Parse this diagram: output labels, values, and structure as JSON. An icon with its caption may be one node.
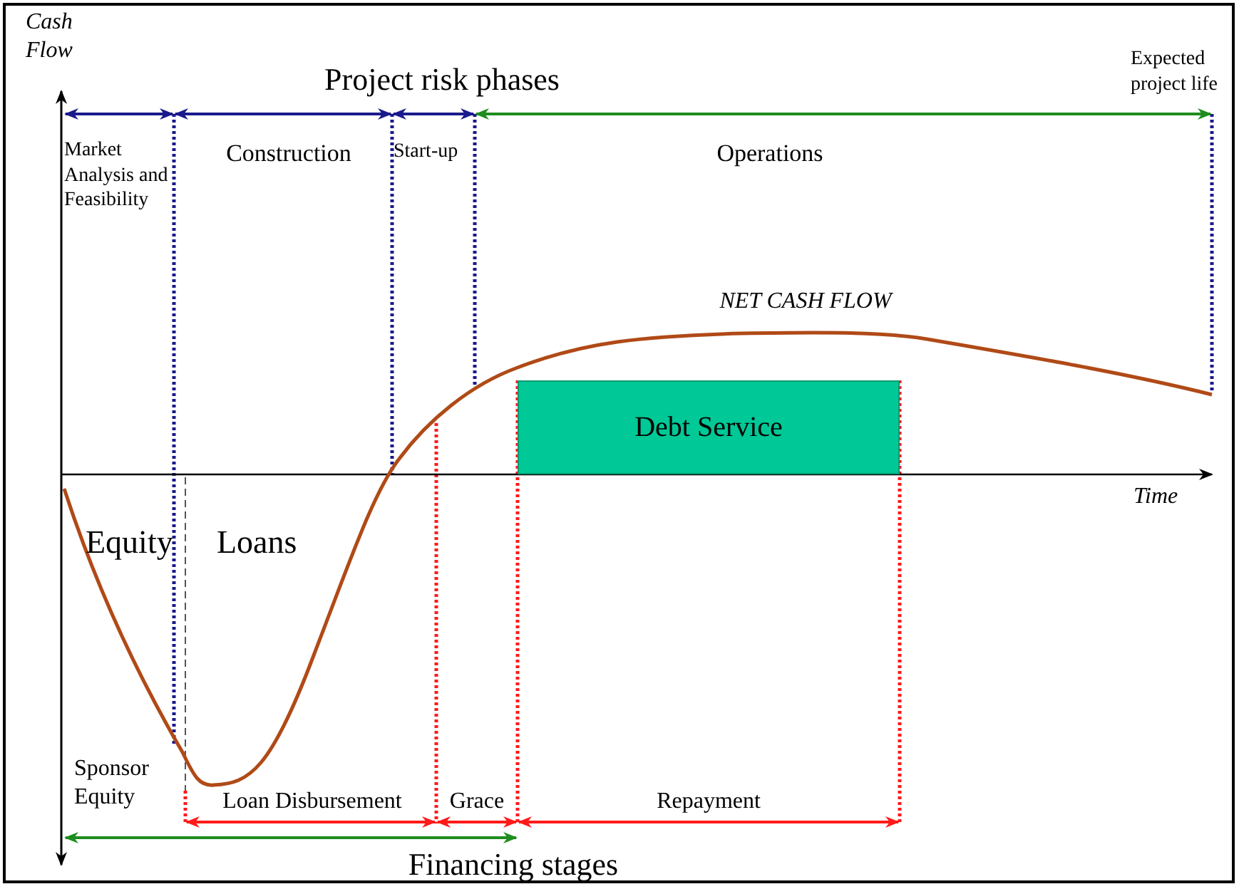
{
  "diagram": {
    "nodes": [
      {
        "text": [
          "Debt Service"
        ]
      }
    ],
    "edges": [],
    "labels": [
      "Cash Flow",
      "Project risk phases",
      "Expected project life",
      "Market Analysis and Feasibility",
      "Construction",
      "Start-up",
      "Operations",
      "NET CASH FLOW",
      "Time",
      "Equity",
      "Loans",
      "Sponsor Equity",
      "Loan Disbursement",
      "Grace",
      "Repayment",
      "Financing stages"
    ]
  }
}
